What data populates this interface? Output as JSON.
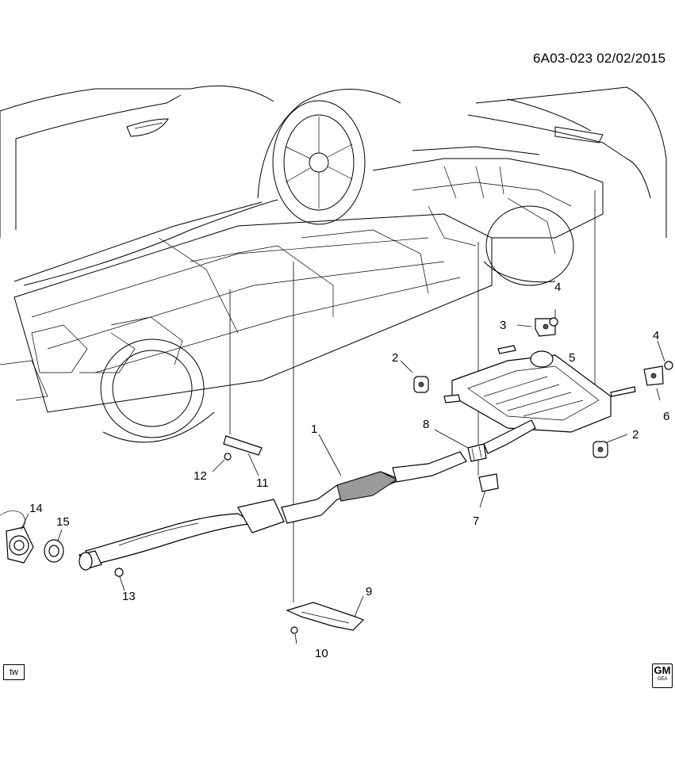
{
  "header": {
    "diagram_id": "6A03-023 02/02/2015"
  },
  "badges": {
    "tw": "tw",
    "gm": "GM",
    "gm_sub": "OEA"
  },
  "callouts": [
    {
      "id": "1",
      "label": "1"
    },
    {
      "id": "2a",
      "label": "2"
    },
    {
      "id": "2b",
      "label": "2"
    },
    {
      "id": "3",
      "label": "3"
    },
    {
      "id": "4a",
      "label": "4"
    },
    {
      "id": "4b",
      "label": "4"
    },
    {
      "id": "5",
      "label": "5"
    },
    {
      "id": "6",
      "label": "6"
    },
    {
      "id": "7",
      "label": "7"
    },
    {
      "id": "8",
      "label": "8"
    },
    {
      "id": "9",
      "label": "9"
    },
    {
      "id": "10",
      "label": "10"
    },
    {
      "id": "11",
      "label": "11"
    },
    {
      "id": "12",
      "label": "12"
    },
    {
      "id": "13",
      "label": "13"
    },
    {
      "id": "14",
      "label": "14"
    },
    {
      "id": "15",
      "label": "15"
    }
  ]
}
